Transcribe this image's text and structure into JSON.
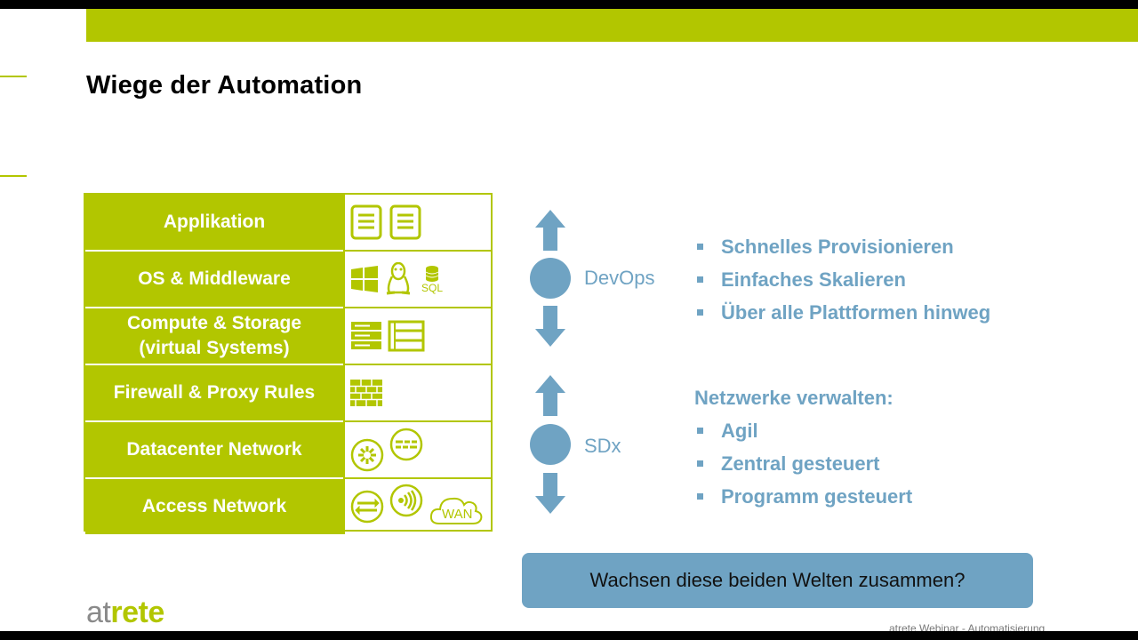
{
  "slide": {
    "title": "Wiege der Automation",
    "accent_color": "#b2c600",
    "blue_color": "#6fa3c3"
  },
  "stack": {
    "rows": [
      {
        "label": "Applikation",
        "icons": [
          "document-icon",
          "document-icon"
        ]
      },
      {
        "label": "OS & Middleware",
        "icons": [
          "windows-icon",
          "linux-icon",
          "sql-database-icon"
        ]
      },
      {
        "label": "Compute & Storage\n(virtual Systems)",
        "icons": [
          "server-icon",
          "storage-icon"
        ]
      },
      {
        "label": "Firewall & Proxy Rules",
        "icons": [
          "firewall-icon"
        ]
      },
      {
        "label": "Datacenter Network",
        "icons": [
          "core-switch-icon",
          "switch-icon"
        ]
      },
      {
        "label": "Access Network",
        "icons": [
          "switch-icon",
          "wireless-icon",
          "wan-cloud-icon"
        ]
      }
    ],
    "sql_text": "SQL",
    "wan_text": "WAN"
  },
  "devops": {
    "label": "DevOps",
    "bullets": [
      "Schnelles Provisionieren",
      "Einfaches Skalieren",
      "Über alle Plattformen hinweg"
    ]
  },
  "sdx": {
    "label": "SDx",
    "heading": "Netzwerke verwalten:",
    "bullets": [
      "Agil",
      "Zentral gesteuert",
      "Programm gesteuert"
    ]
  },
  "question": "Wachsen diese beiden Welten zusammen?",
  "logo": {
    "part1": "at",
    "part2": "rete"
  },
  "footer": "atrete Webinar - Automatisierung"
}
